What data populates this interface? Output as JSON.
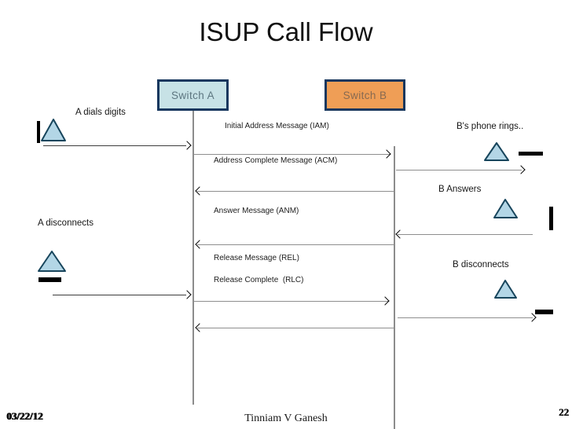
{
  "slide": {
    "title": "ISUP Call Flow",
    "footer_date": "03/22/12",
    "footer_author": "Tinniam V Ganesh",
    "slide_number": "22"
  },
  "actors": {
    "a": {
      "label": "Switch A"
    },
    "b": {
      "label": "Switch B"
    }
  },
  "annotations": {
    "a_dials": "A dials digits",
    "b_rings": "B's phone rings..",
    "b_answers": "B Answers",
    "a_disconnects": "A disconnects",
    "b_disconnects": "B disconnects"
  },
  "messages": {
    "iam": {
      "label": "Initial Address Message (IAM)",
      "from": "Switch A",
      "to": "Switch B",
      "direction": "right"
    },
    "acm": {
      "label": "Address Complete Message (ACM)",
      "from": "Switch B",
      "to": "Switch A",
      "direction": "left"
    },
    "anm": {
      "label": "Answer Message (ANM)",
      "from": "Switch B",
      "to": "Switch A",
      "direction": "left"
    },
    "rel": {
      "label": "Release Message (REL)",
      "from": "Switch A",
      "to": "Switch B",
      "direction": "right"
    },
    "rlc": {
      "label": "Release Complete  (RLC)",
      "from": "Switch B",
      "to": "Switch A",
      "direction": "left"
    }
  },
  "icons": {
    "phone": "phone-triangle-icon",
    "handset_bar": "handset-bar-icon"
  },
  "colors": {
    "switch_a_fill": "#c7e2e6",
    "switch_b_fill": "#ef9e56",
    "box_border": "#17375e",
    "phone_fill": "#b3d6e6",
    "phone_stroke": "#17455c",
    "line_gray": "#8e8e8e",
    "arrow_black": "#000000"
  }
}
